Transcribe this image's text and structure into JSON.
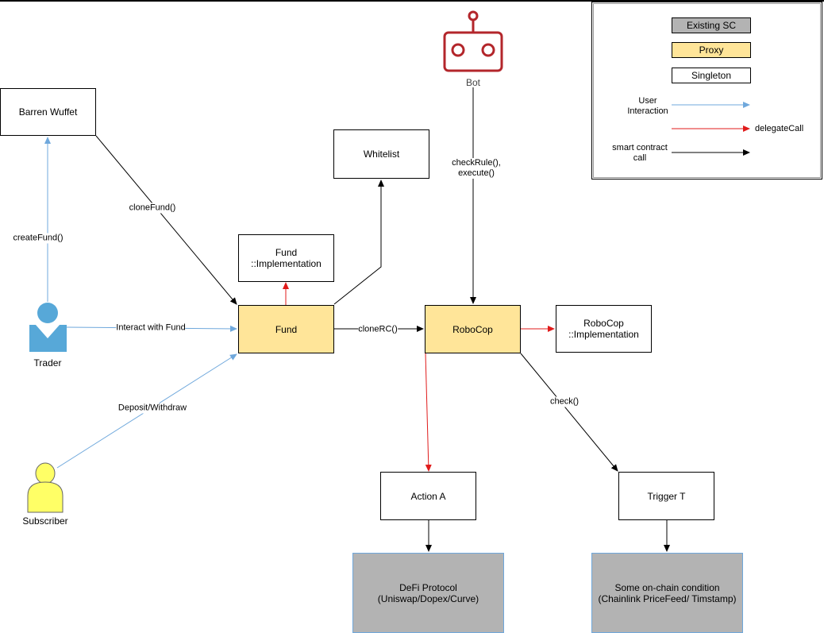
{
  "legend": {
    "existing_label": "Existing SC",
    "proxy_label": "Proxy",
    "singleton_label": "Singleton",
    "user_interaction_label": "User\nInteraction",
    "delegate_call_label": "delegateCall",
    "smart_contract_call_label": "smart contract\ncall",
    "colors": {
      "existing": "#b3b3b3",
      "proxy": "#ffe599",
      "user_interaction": "#6fa8dc",
      "delegate_call": "#e01b1b",
      "contract_call": "#000000"
    }
  },
  "actors": {
    "bot": "Bot",
    "trader": "Trader",
    "subscriber": "Subscriber"
  },
  "nodes": {
    "barren_wuffet": "Barren Wuffet",
    "whitelist": "Whitelist",
    "fund_implementation": "Fund\n::Implementation",
    "fund": "Fund",
    "robocop": "RoboCop",
    "robocop_implementation": "RoboCop\n::Implementation",
    "action_a": "Action A",
    "trigger_t": "Trigger T",
    "defi_protocol": "DeFi Protocol\n(Uniswap/Dopex/Curve)",
    "onchain_condition": "Some on-chain condition\n(Chainlink PriceFeed/ Timstamp)"
  },
  "edges": {
    "create_fund": "createFund()",
    "clone_fund": "cloneFund()",
    "interact_with_fund": "Interact with Fund",
    "deposit_withdraw": "Deposit/Withdraw",
    "clone_rc": "cloneRC()",
    "check_rule_execute": "checkRule(),\nexecute()",
    "check": "check()"
  }
}
